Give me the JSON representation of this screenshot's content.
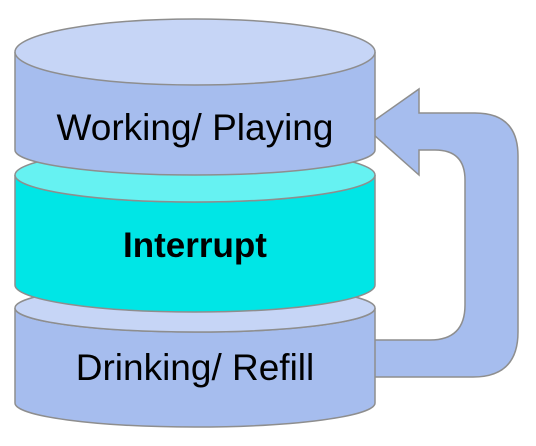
{
  "diagram": {
    "layers": [
      {
        "id": "top",
        "label": "Working/ Playing"
      },
      {
        "id": "middle",
        "label": "Interrupt"
      },
      {
        "id": "bottom",
        "label": "Drinking/ Refill"
      }
    ],
    "arrow": {
      "from": "bottom",
      "to": "top",
      "shape": "curved-return-arrow"
    },
    "colors": {
      "layer_fill": "#a6bdee",
      "layer_top": "#c6d5f6",
      "interrupt_fill": "#00e6e6",
      "interrupt_top": "#66f2f2",
      "arrow_fill": "#a6bdee",
      "outline": "#8e8e8e"
    }
  }
}
